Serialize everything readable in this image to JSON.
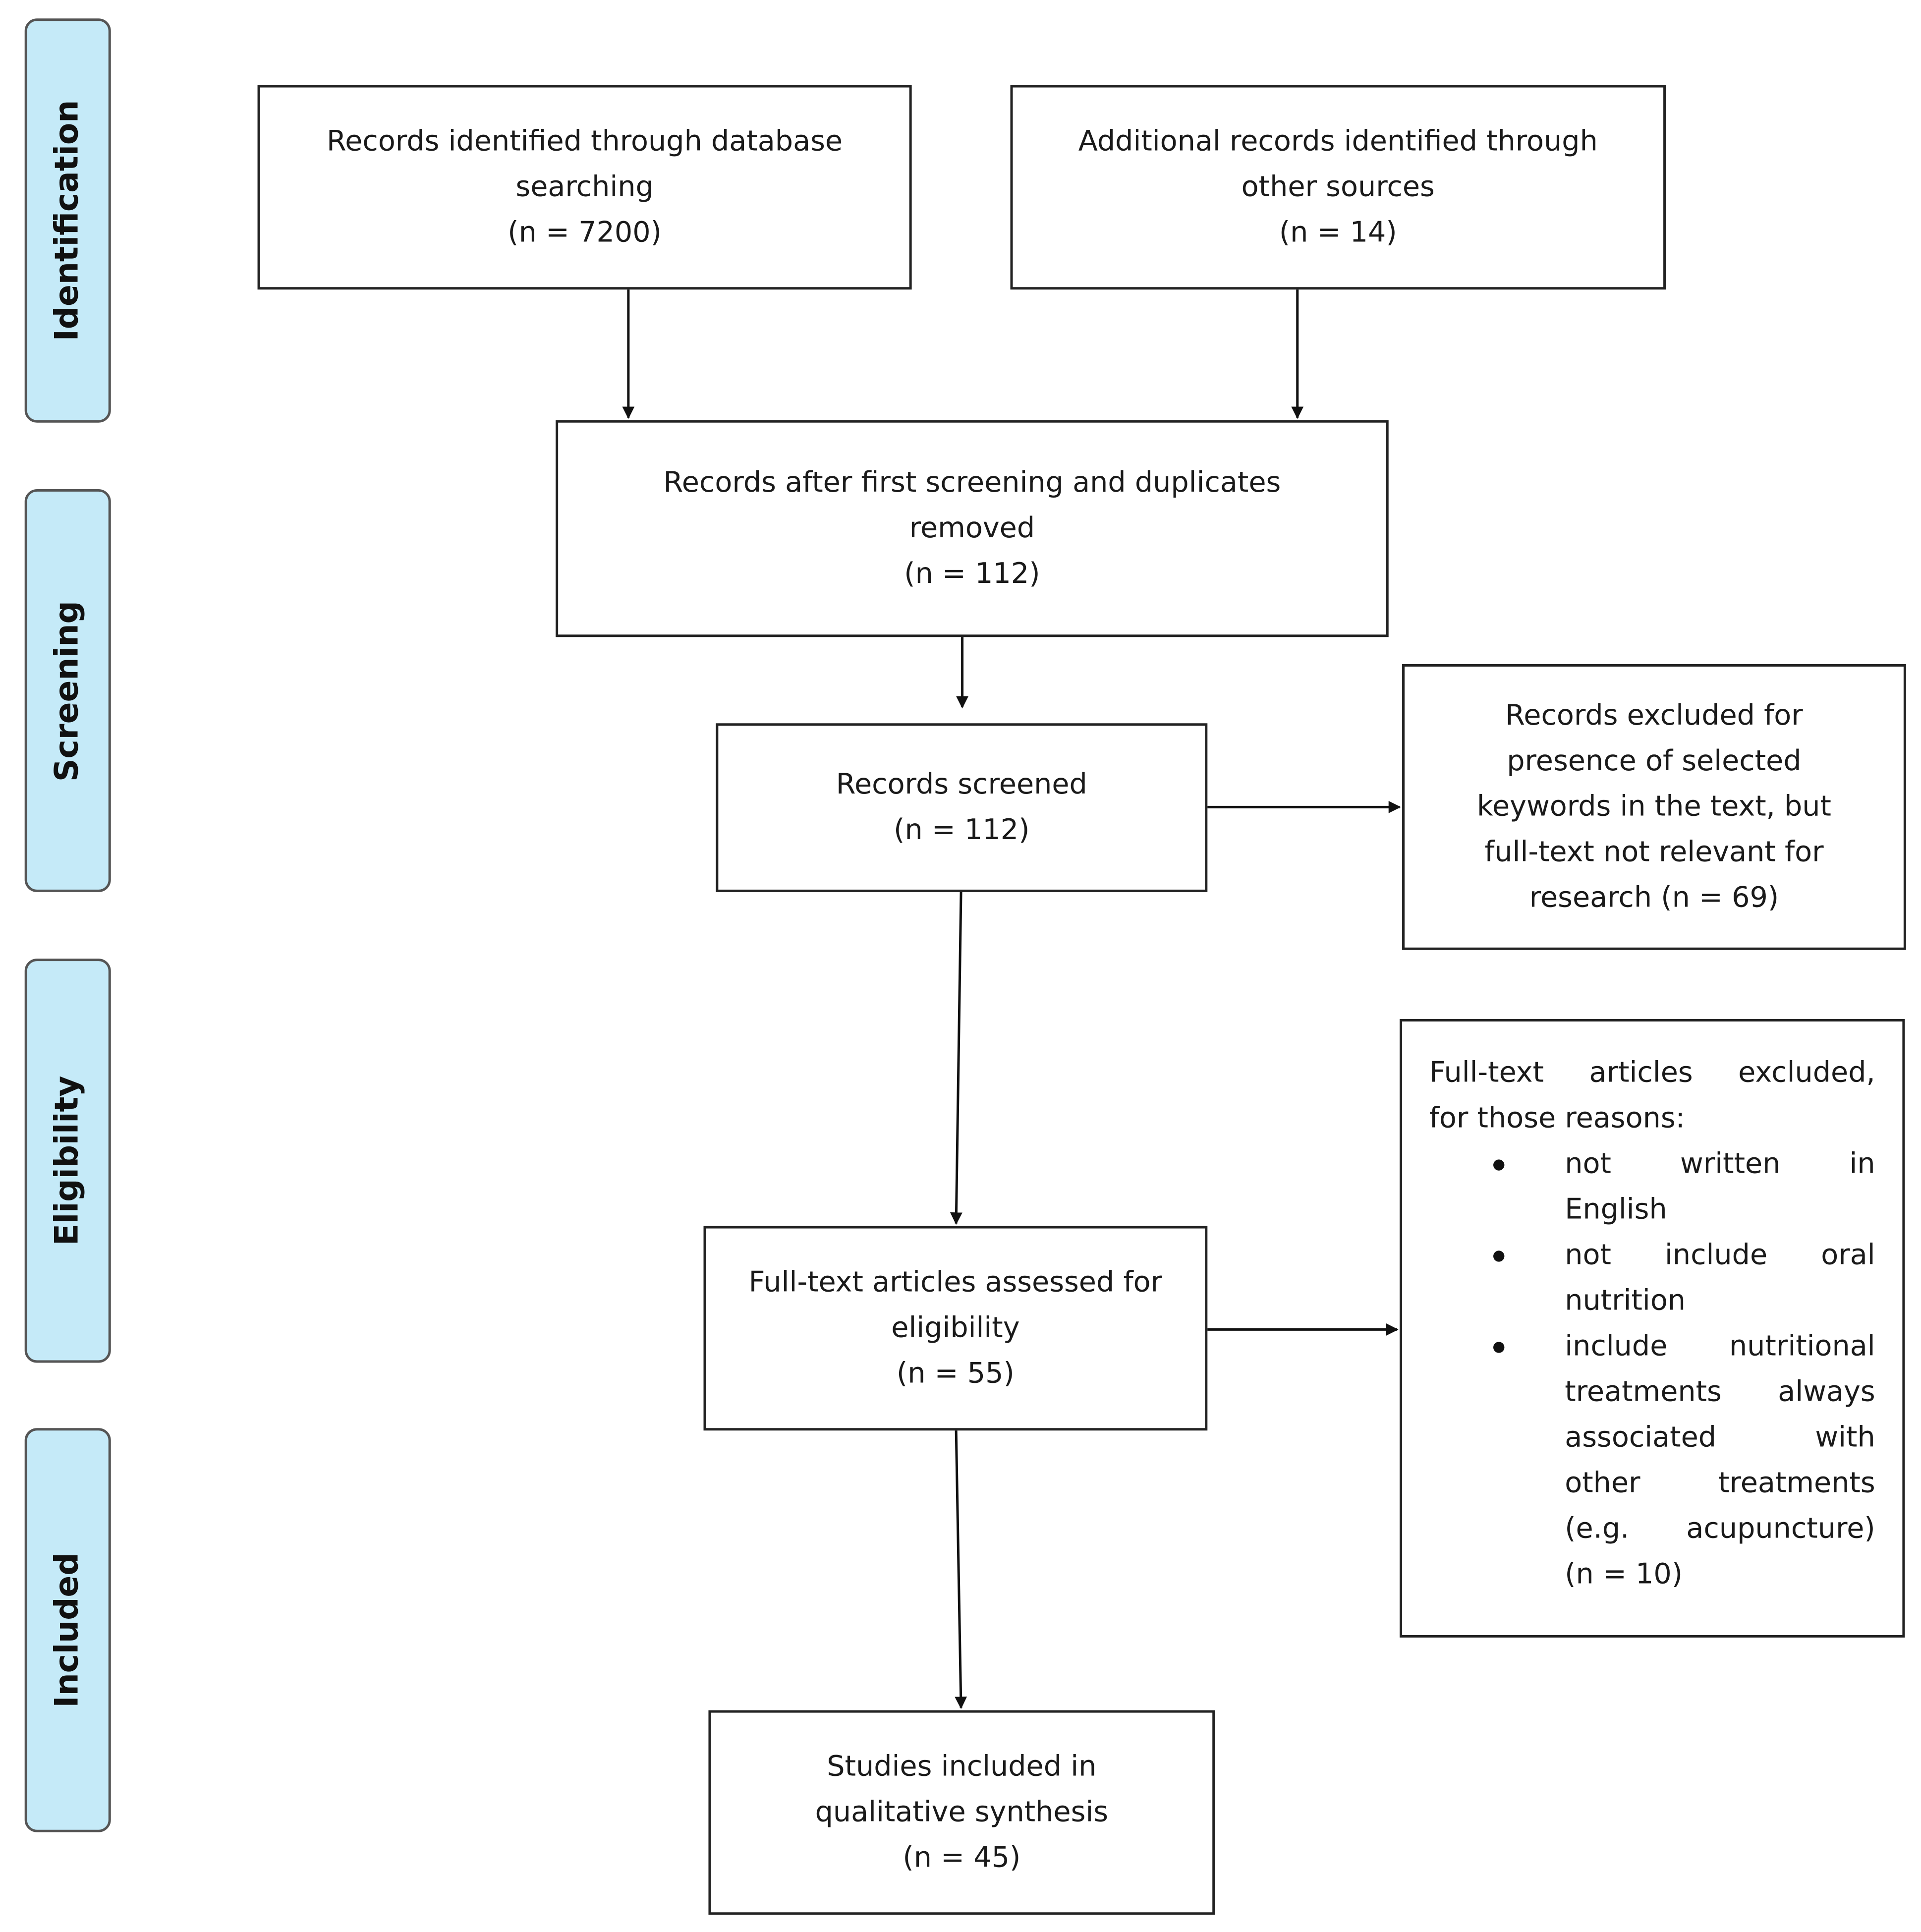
{
  "phases": {
    "identification": "Identification",
    "screening": "Screening",
    "eligibility": "Eligibility",
    "included": "Included"
  },
  "boxes": {
    "database": {
      "lines": [
        "Records identified through database",
        "searching",
        "(n = 7200)"
      ],
      "n": 7200
    },
    "other_sources": {
      "lines": [
        "Additional records identified through",
        "other sources",
        "(n = 14)"
      ],
      "n": 14
    },
    "after_duplicates": {
      "lines": [
        "Records after first screening and duplicates",
        "removed",
        "(n = 112)"
      ],
      "n": 112
    },
    "screened": {
      "lines": [
        "Records screened",
        "(n = 112)"
      ],
      "n": 112
    },
    "excluded_keywords": {
      "lines": [
        "Records excluded for",
        "presence of selected",
        "keywords in the text, but",
        "full-text not relevant for",
        "research (n = 69)"
      ],
      "n": 69
    },
    "fulltext_assessed": {
      "lines": [
        "Full-text articles assessed for",
        "eligibility",
        "(n = 55)"
      ],
      "n": 55
    },
    "fulltext_excluded": {
      "intro": [
        "Full-text articles excluded,",
        "for those reasons:"
      ],
      "reasons": [
        [
          "not written in",
          "English"
        ],
        [
          "not include oral",
          "nutrition"
        ],
        [
          "include nutritional",
          "treatments always",
          "associated with",
          "other treatments",
          "(e.g. acupuncture)"
        ]
      ],
      "count": "(n = 10)",
      "n": 10
    },
    "included": {
      "lines": [
        "Studies included in",
        "qualitative synthesis",
        "(n = 45)"
      ],
      "n": 45
    }
  }
}
